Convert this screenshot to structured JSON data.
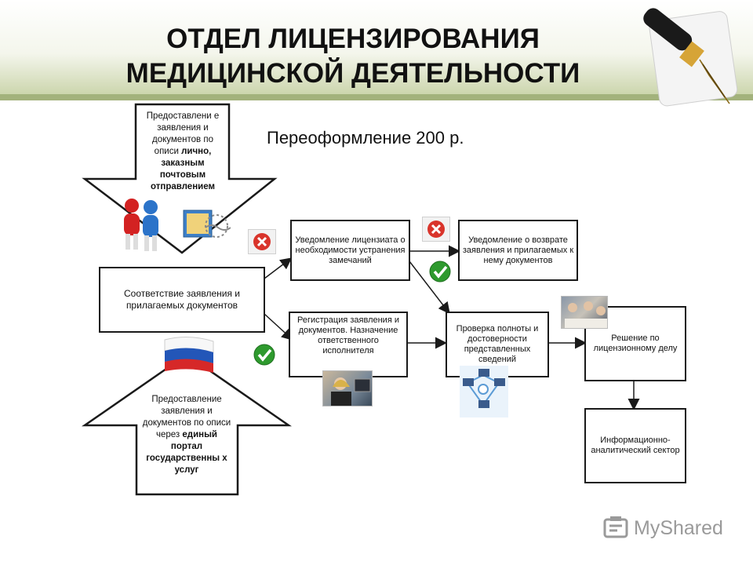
{
  "title_line1": "ОТДЕЛ ЛИЦЕНЗИРОВАНИЯ",
  "title_line2": "МЕДИЦИНСКОЙ ДЕЯТЕЛЬНОСТИ",
  "subtitle": "Переоформление 200 р.",
  "arrow_top": {
    "text_plain": "Предоставлени е заявления и документов по описи ",
    "text_bold": "лично, заказным почтовым отправлением"
  },
  "arrow_bottom": {
    "text_plain": "Предоставление заявления и документов по описи через ",
    "text_bold": "единый портал государственны х услуг"
  },
  "boxes": {
    "compliance": "Соответствие заявления и прилагаемых документов",
    "notice_fix": "Уведомление лицензиата о необходимости устранения замечаний",
    "notice_return": "Уведомление о возврате заявления и прилагаемых к нему документов",
    "registration": "Регистрация заявления и документов. Назначение ответственного исполнителя",
    "verification": "Проверка полноты и достоверности представленных сведений",
    "decision": "Решение по лицензионному делу",
    "info_sector": "Информационно-аналитический сектор"
  },
  "watermark": "MyShared",
  "colors": {
    "header_band": "#a3b27c",
    "reject": "#d9342b",
    "approve": "#2e9a2e"
  }
}
